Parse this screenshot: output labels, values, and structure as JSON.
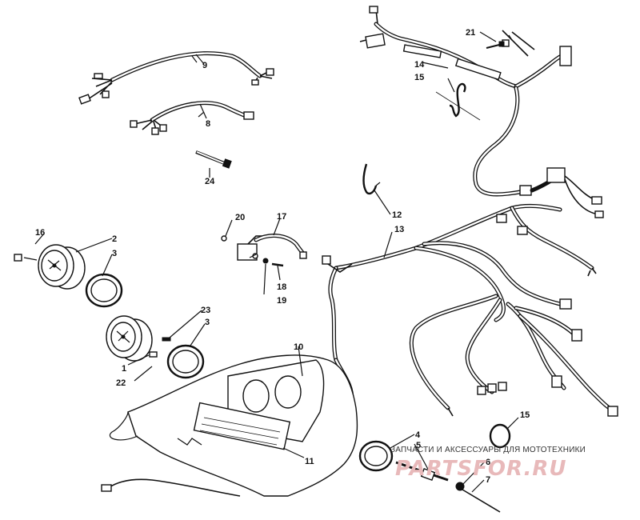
{
  "callouts": {
    "c1": "1",
    "c2": "2",
    "c3a": "3",
    "c3b": "3",
    "c4": "4",
    "c5": "5",
    "c6": "6",
    "c7": "7",
    "c8": "8",
    "c9": "9",
    "c10": "10",
    "c11": "11",
    "c12": "12",
    "c13": "13",
    "c14": "14",
    "c15a": "15",
    "c15b": "15",
    "c16": "16",
    "c17": "17",
    "c18": "18",
    "c19": "19",
    "c20": "20",
    "c21": "21",
    "c22": "22",
    "c23": "23",
    "c24": "24"
  },
  "watermark": {
    "caption": "ЗАПЧАСТИ И АКСЕССУАРЫ ДЛЯ МОТОТЕХНИКИ",
    "logo": "PARTSFOR.RU",
    "color": "#e8b9ba"
  }
}
